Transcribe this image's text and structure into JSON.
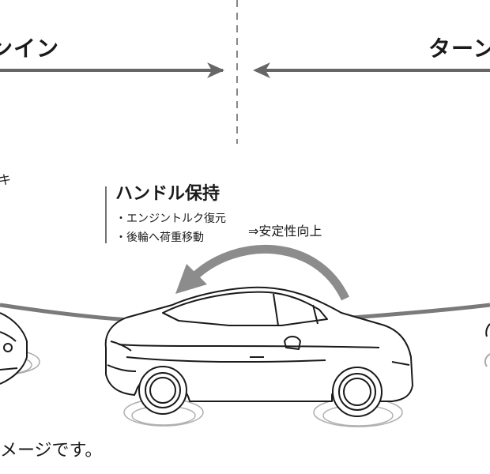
{
  "phases": {
    "left_label": "ンイン",
    "right_label": "ターン"
  },
  "callout": {
    "title": "ハンドル保持",
    "items": [
      "・エンジントルク復元",
      "・後輪へ荷重移動"
    ],
    "result": "⇒安定性向上"
  },
  "edge_fragment": "キ",
  "caption": "メージです。",
  "colors": {
    "line": "#666666",
    "car_outline": "#1a1a1a",
    "arrow_fill": "#8c8c8c",
    "text": "#1a1a1a"
  }
}
